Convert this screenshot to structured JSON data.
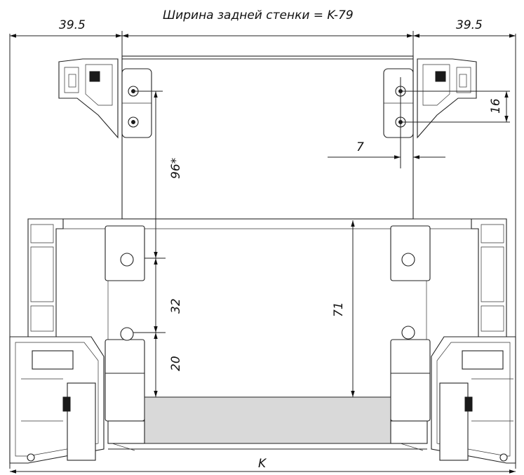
{
  "drawing": {
    "dimensions": {
      "left_offset": "39.5",
      "right_offset": "39.5",
      "back_panel_width": "Ширина задней стенки = K-79",
      "bracket_hole_spacing": "16",
      "side_gap": "7",
      "hole_height": "96*",
      "mount_spacing": "32",
      "bottom_offset": "20",
      "inner_height": "71",
      "overall_width": "K"
    }
  }
}
